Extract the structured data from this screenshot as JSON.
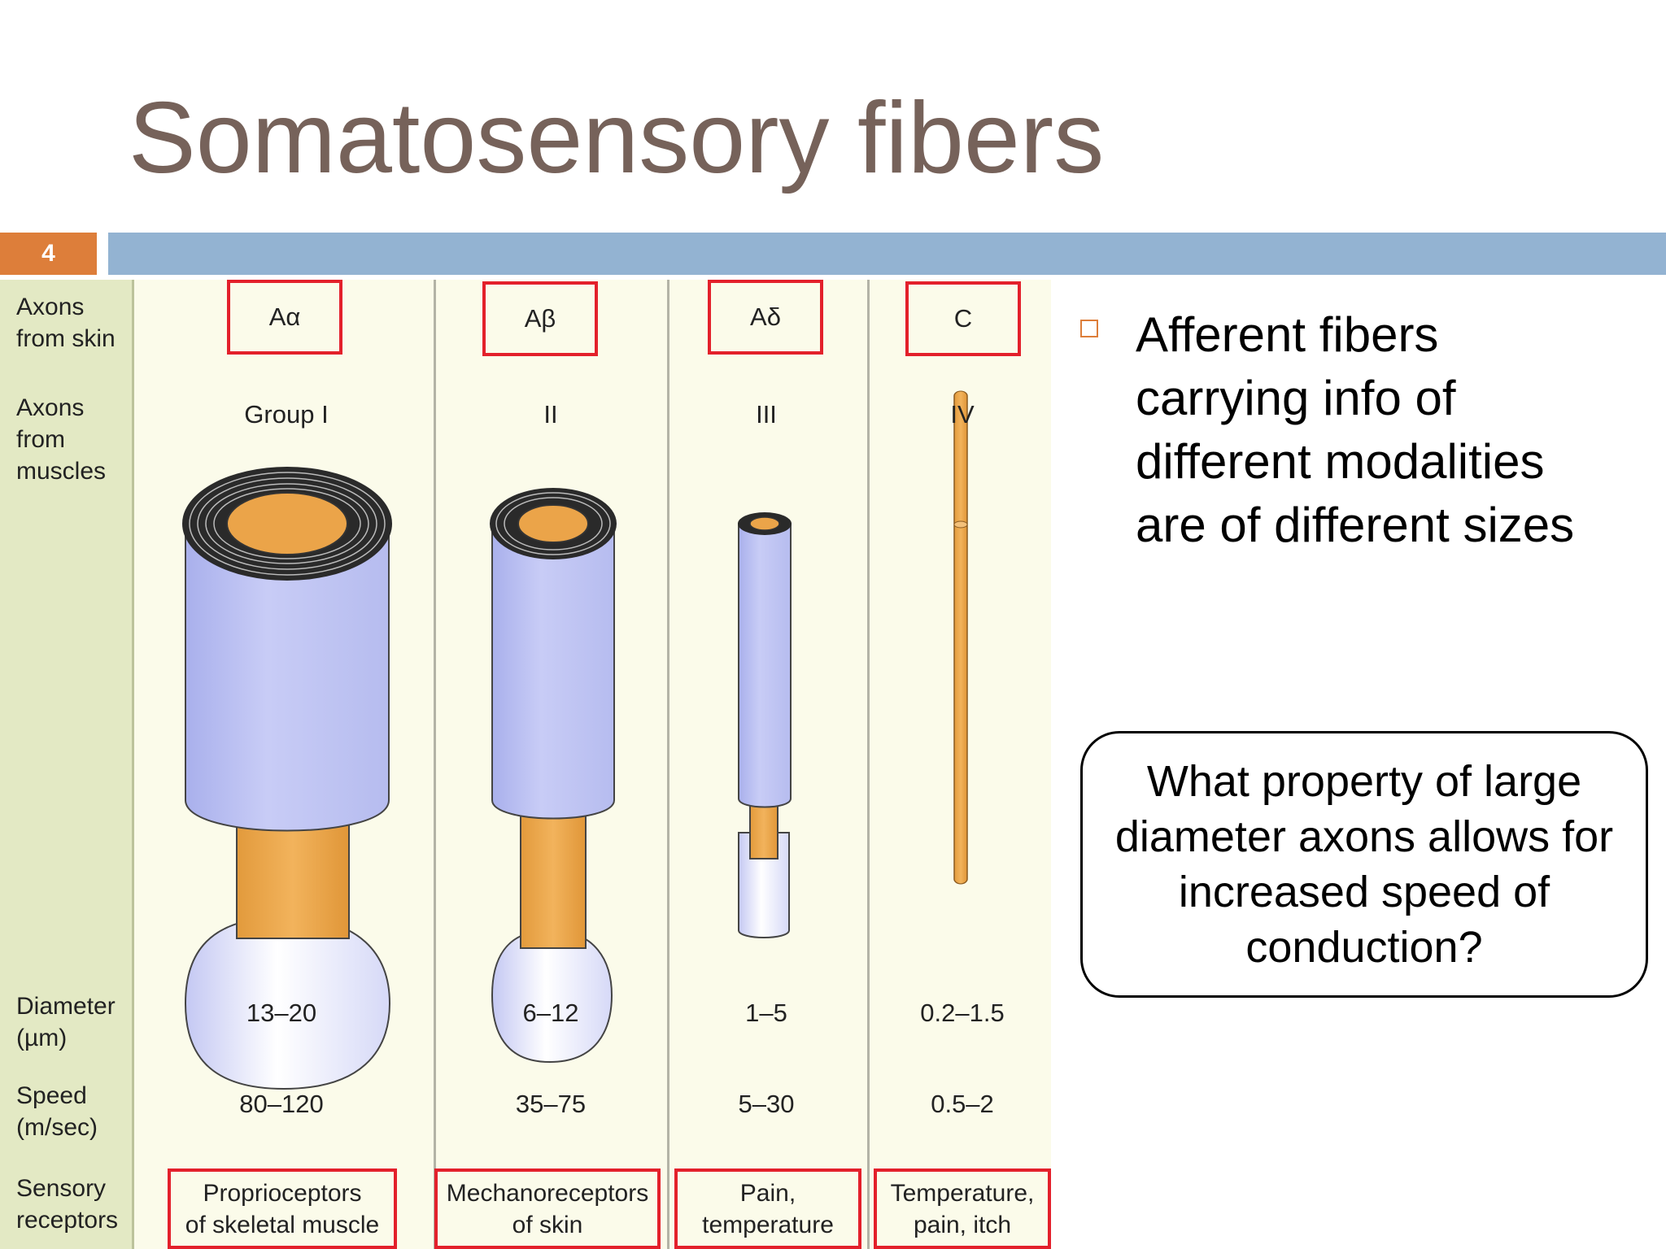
{
  "slide": {
    "title": "Somatosensory fibers",
    "number": "4"
  },
  "figure": {
    "row_labels": {
      "axons_skin": "Axons\nfrom skin",
      "axons_muscles": "Axons\nfrom\nmuscles",
      "diameter": "Diameter\n(µm)",
      "speed": "Speed\n(m/sec)",
      "receptors": "Sensory\nreceptors"
    },
    "columns": [
      {
        "skin": "Aα",
        "muscle": "Group I",
        "diameter": "13–20",
        "speed": "80–120",
        "receptors": "Proprioceptors\nof skeletal muscle"
      },
      {
        "skin": "Aβ",
        "muscle": "II",
        "diameter": "6–12",
        "speed": "35–75",
        "receptors": "Mechanoreceptors\nof skin"
      },
      {
        "skin": "Aδ",
        "muscle": "III",
        "diameter": "1–5",
        "speed": "5–30",
        "receptors": "Pain,\ntemperature"
      },
      {
        "skin": "C",
        "muscle": "IV",
        "diameter": "0.2–1.5",
        "speed": "0.5–2",
        "receptors": "Temperature,\npain, itch"
      }
    ],
    "colors": {
      "myelin": "#c3c8f3",
      "axon": "#eba449",
      "highlight_box": "#e3202b"
    }
  },
  "bullets": [
    "Afferent fibers carrying info of different modalities are of different sizes"
  ],
  "question": "What property of large diameter axons allows for increased speed of conduction?"
}
